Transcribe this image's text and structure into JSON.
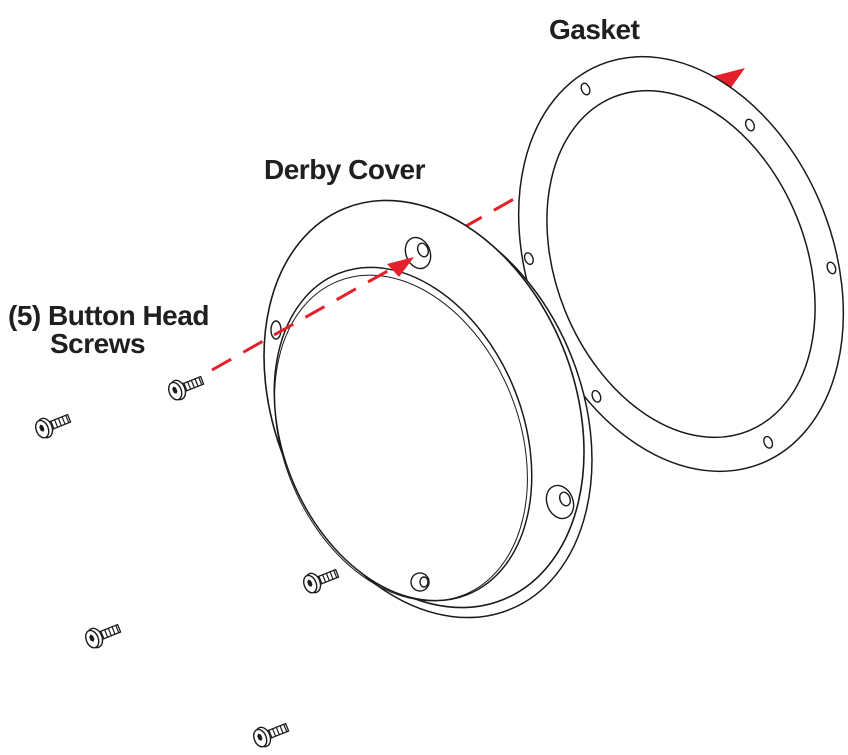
{
  "labels": {
    "gasket": "Gasket",
    "derby_cover": "Derby Cover",
    "screws_line1": "(5) Button Head",
    "screws_line2": "Screws"
  },
  "parts": {
    "screw_count": 5,
    "gasket_holes": 6
  },
  "colors": {
    "line": "#1a1a1a",
    "arrow": "#e5202a",
    "background": "#ffffff"
  }
}
